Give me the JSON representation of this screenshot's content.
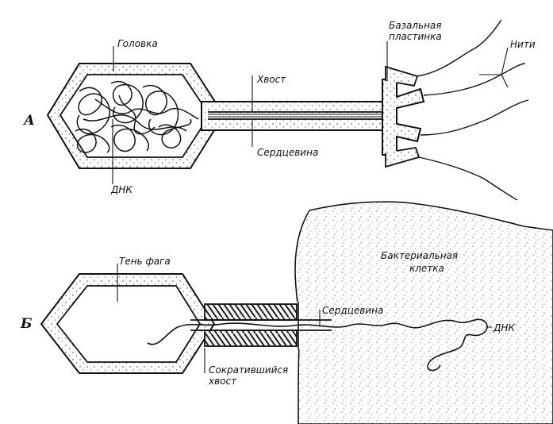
{
  "panels": {
    "a": "А",
    "b": "Б"
  },
  "labels": {
    "head": "Головка",
    "tail": "Хвост",
    "base_plate_1": "Базальная",
    "base_plate_2": "пластинка",
    "fibers": "Нити",
    "core_a": "Сердцевина",
    "dna_a": "ДНК",
    "ghost": "Тень фага",
    "bact_1": "Бактериальная",
    "bact_2": "клетка",
    "core_b": "Сердцевина",
    "dna_b": "ДНК",
    "contracted_1": "Сократившийся",
    "contracted_2": "хвост"
  }
}
